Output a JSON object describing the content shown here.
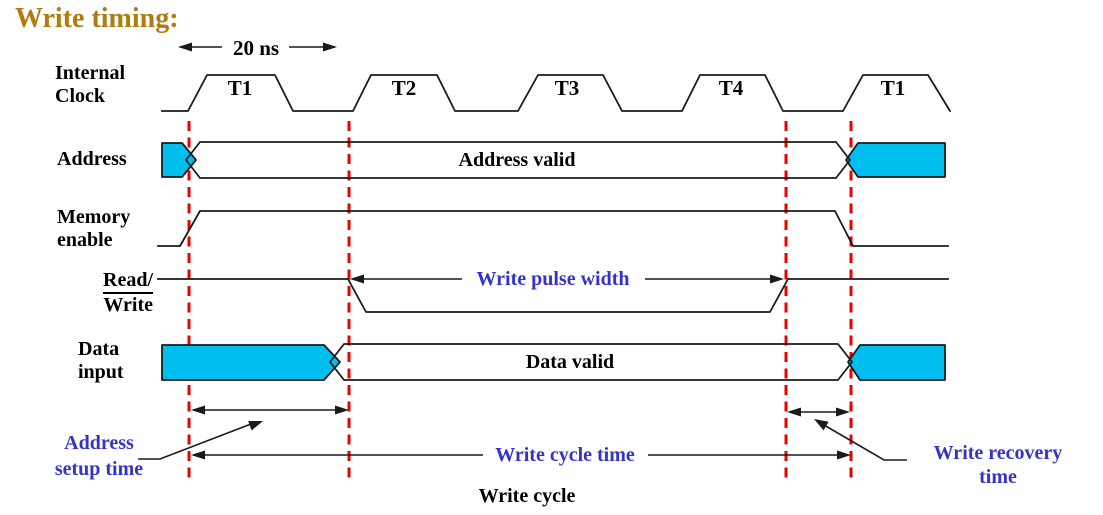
{
  "title": "Write timing:",
  "colors": {
    "title": "#AE7D0E",
    "annotation_blue": "#3333CC",
    "dashed_red": "#EE0000",
    "bus_cyan": "#00BFEF",
    "ink": "#1a1a1a"
  },
  "clock": {
    "label": [
      "Internal",
      "Clock"
    ],
    "period_label": "20 ns",
    "phases": [
      "T1",
      "T2",
      "T3",
      "T4",
      "T1"
    ]
  },
  "rows": {
    "address": {
      "label": "Address",
      "valid_label": "Address valid"
    },
    "memory_enable": {
      "label": [
        "Memory",
        "enable"
      ]
    },
    "read_write": {
      "label": [
        "Read/",
        "Write"
      ]
    },
    "data_input": {
      "label": [
        "Data",
        "input"
      ],
      "valid_label": "Data valid"
    }
  },
  "annotations": {
    "write_pulse_width": "Write pulse width",
    "address_setup": [
      "Address",
      "setup time"
    ],
    "write_cycle_time": "Write cycle time",
    "write_cycle": "Write cycle",
    "write_recovery": [
      "Write recovery",
      "time"
    ]
  }
}
